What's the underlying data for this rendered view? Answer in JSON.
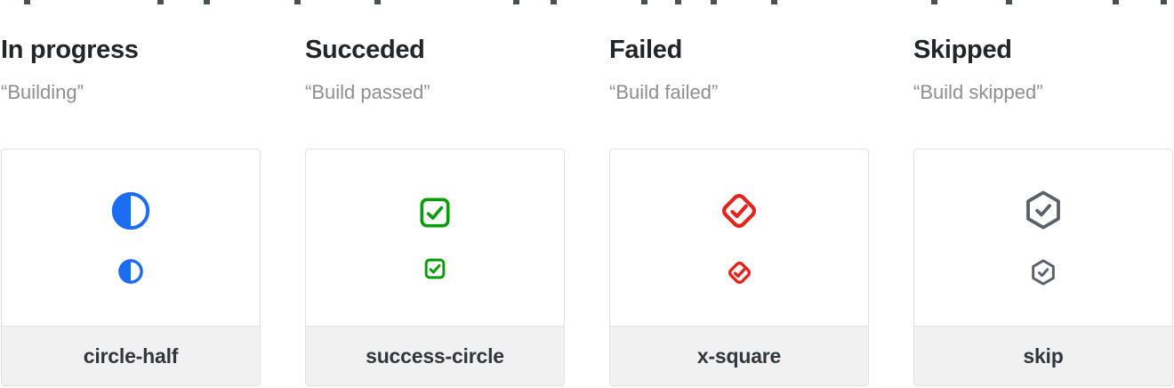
{
  "page": {
    "description": "Build status icon reference cards",
    "background": "#ffffff"
  },
  "colors": {
    "heading_text": "#22262b",
    "subtitle_text": "#8e8e93",
    "card_border": "#e1e1e4",
    "card_background": "#ffffff",
    "footer_background": "#f1f1f2",
    "footer_text": "#31373d",
    "in_progress_blue": "#1c6cf2",
    "succeeded_green": "#099b09",
    "failed_red": "#e3241c",
    "skipped_gray": "#5a616b"
  },
  "columns": [
    {
      "heading": "In progress",
      "subtitle": "“Building”",
      "icon": "circle-half-icon",
      "icon_color": "#1c6cf2",
      "footer_label": "circle-half"
    },
    {
      "heading": "Succeded",
      "subtitle": "“Build passed”",
      "icon": "check-square-icon",
      "icon_color": "#099b09",
      "footer_label": "success-circle"
    },
    {
      "heading": "Failed",
      "subtitle": "“Build failed”",
      "icon": "check-diamond-icon",
      "icon_color": "#e3241c",
      "footer_label": "x-square"
    },
    {
      "heading": "Skipped",
      "subtitle": "“Build skipped”",
      "icon": "check-hexagon-icon",
      "icon_color": "#5a616b",
      "footer_label": "skip"
    }
  ]
}
